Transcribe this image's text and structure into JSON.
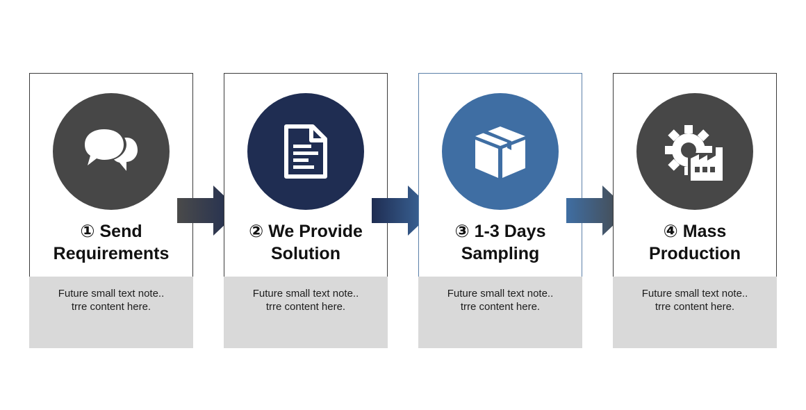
{
  "steps": [
    {
      "icon": "speech-bubbles-icon",
      "color": "#474747",
      "title_line1": "① Send",
      "title_line2": "Requirements",
      "note_line1": "Future small text note..",
      "note_line2": "trre content here."
    },
    {
      "icon": "document-icon",
      "color": "#1f2d52",
      "title_line1": "② We Provide",
      "title_line2": "Solution",
      "note_line1": "Future small text note..",
      "note_line2": "trre content here."
    },
    {
      "icon": "box-icon",
      "color": "#3f6ea3",
      "title_line1": "③ 1-3 Days",
      "title_line2": "Sampling",
      "note_line1": "Future small text note..",
      "note_line2": "trre content here."
    },
    {
      "icon": "gear-factory-icon",
      "color": "#474747",
      "title_line1": "④ Mass",
      "title_line2": "Production",
      "note_line1": "Future small text note..",
      "note_line2": "trre content here."
    }
  ],
  "arrows": [
    {
      "from": "#4a4a4a",
      "to": "#1f2d52"
    },
    {
      "from": "#1f2d52",
      "to": "#3f6ea3"
    },
    {
      "from": "#3f6ea3",
      "to": "#474747"
    }
  ]
}
